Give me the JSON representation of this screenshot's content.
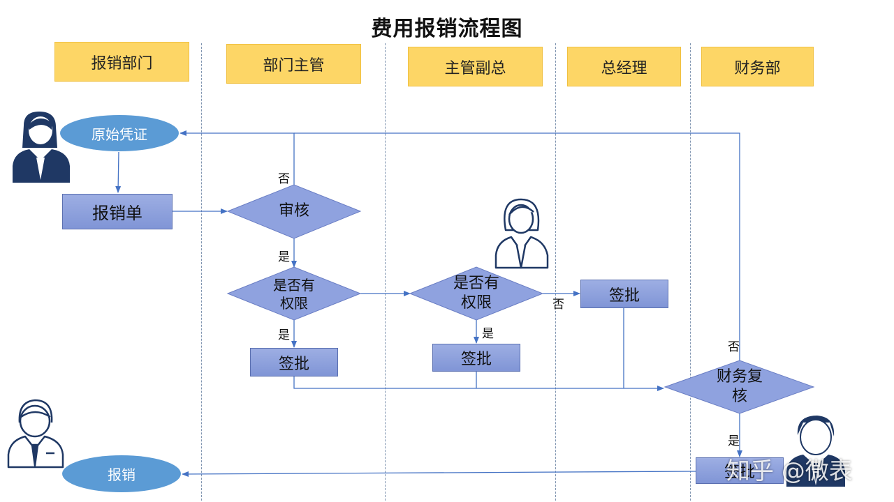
{
  "title": "费用报销流程图",
  "lanes": [
    "报销部门",
    "部门主管",
    "主管副总",
    "总经理",
    "财务部"
  ],
  "nodes": {
    "original_voucher": "原始凭证",
    "reimbursement_form": "报销单",
    "review": "审核",
    "authority_check_1": "是否有\n权限",
    "approve_manager": "签批",
    "authority_check_2": "是否有\n权限",
    "approve_vp": "签批",
    "approve_gm": "签批",
    "finance_review": "财务复\n核",
    "approve_finance": "签批",
    "reimburse": "报销"
  },
  "edge_labels": {
    "review_no": "否",
    "review_yes": "是",
    "auth1_yes": "是",
    "auth2_yes": "是",
    "auth2_no": "否",
    "finance_no": "否",
    "finance_yes": "是"
  },
  "watermark": "知乎 @微表",
  "colors": {
    "lane_fill": "#fdd666",
    "process_fill": "#8fa2df",
    "decision_fill": "#8fa2df",
    "terminator_fill": "#5b9bd5",
    "line": "#4472c4",
    "person_icon": "#1f3864"
  },
  "icons": [
    "female-person-icon",
    "female-person-outline-icon",
    "male-person-outline-icon",
    "male-person-icon"
  ]
}
